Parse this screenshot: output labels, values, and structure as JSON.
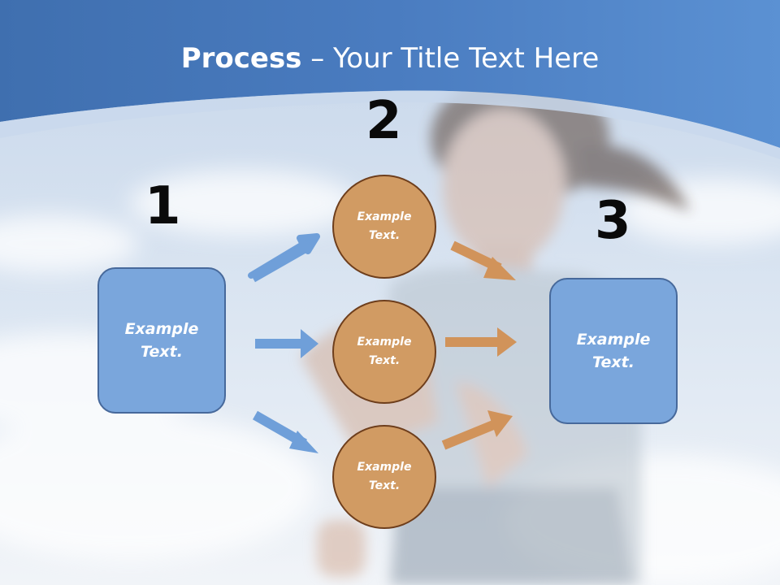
{
  "slide": {
    "title_bold": "Process",
    "title_rest": " – Your Title Text Here"
  },
  "steps": {
    "one": "1",
    "two": "2",
    "three": "3"
  },
  "boxes": {
    "left": "Example Text.",
    "right": "Example Text."
  },
  "circles": {
    "top": "Example Text.",
    "middle": "Example Text.",
    "bottom": "Example Text."
  },
  "colors": {
    "header_blue": "#4e81c2",
    "box_fill": "#7aa6dc",
    "circle_fill": "#d19b63",
    "arrow_blue": "#6f9fd9",
    "arrow_orange": "#d1935a"
  }
}
